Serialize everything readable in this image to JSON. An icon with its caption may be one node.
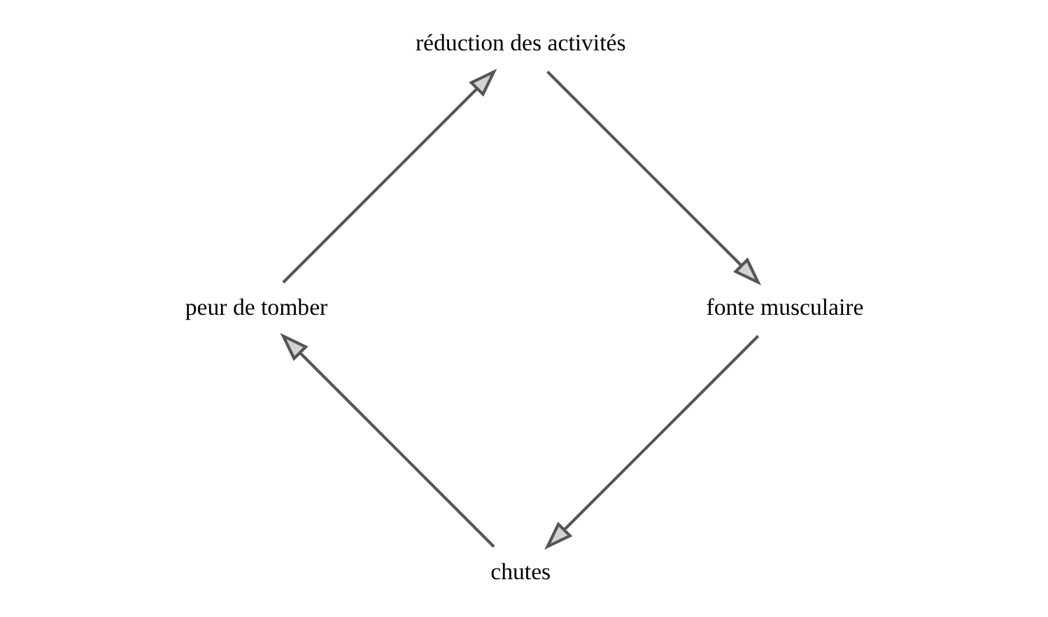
{
  "diagram": {
    "nodes": [
      {
        "text": [
          "chutes"
        ]
      },
      {
        "text": [
          "peur de tomber"
        ]
      },
      {
        "text": [
          "fonte musculaire"
        ]
      },
      {
        "text": [
          "réduction des activités"
        ]
      }
    ],
    "edges": [
      {
        "from": 0,
        "to": 1,
        "arrow": "to"
      },
      {
        "from": 1,
        "to": 3,
        "arrow": "to"
      },
      {
        "from": 3,
        "to": 2,
        "arrow": "to"
      },
      {
        "from": 2,
        "to": 0,
        "arrow": "to"
      }
    ]
  }
}
